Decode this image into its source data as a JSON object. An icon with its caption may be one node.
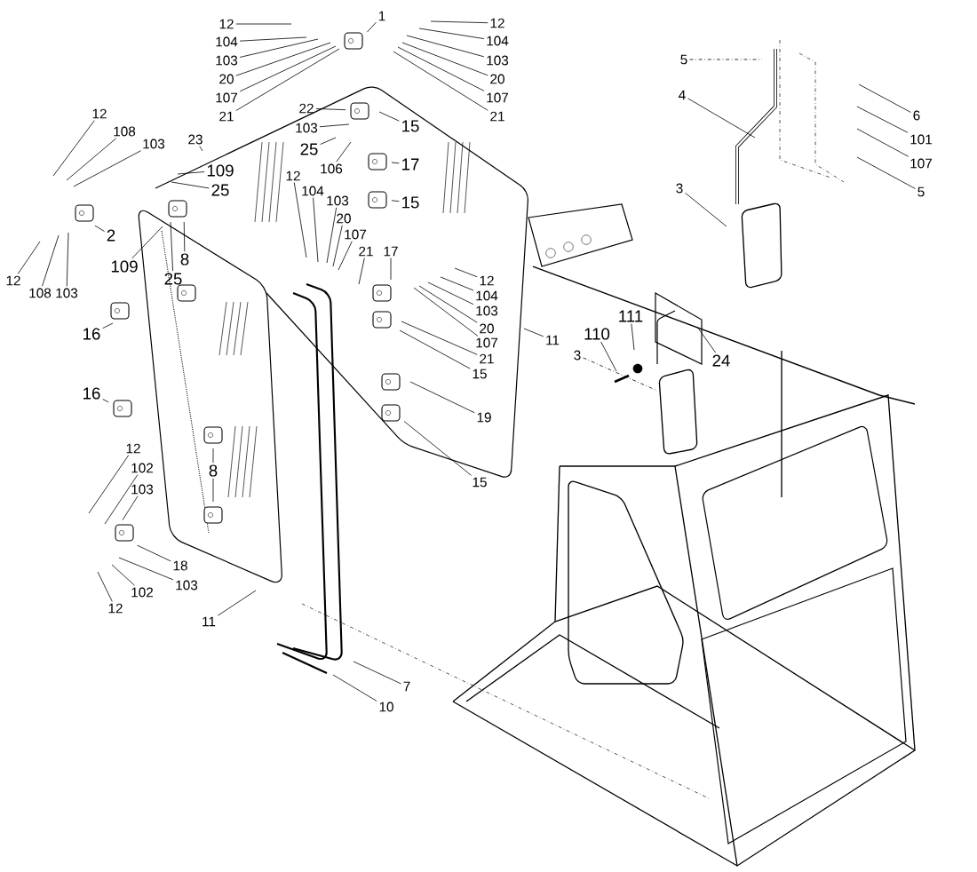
{
  "diagram": {
    "nodes": [
      {
        "text": [
          "1"
        ]
      },
      {
        "text": [
          "12"
        ]
      },
      {
        "text": [
          "104"
        ]
      },
      {
        "text": [
          "103"
        ]
      },
      {
        "text": [
          "20"
        ]
      },
      {
        "text": [
          "107"
        ]
      },
      {
        "text": [
          "21"
        ]
      },
      {
        "text": [
          "12"
        ]
      },
      {
        "text": [
          "104"
        ]
      },
      {
        "text": [
          "103"
        ]
      },
      {
        "text": [
          "20"
        ]
      },
      {
        "text": [
          "107"
        ]
      },
      {
        "text": [
          "21"
        ]
      },
      {
        "text": [
          "22"
        ]
      },
      {
        "text": [
          "15"
        ]
      },
      {
        "text": [
          "103"
        ]
      },
      {
        "text": [
          "25"
        ]
      },
      {
        "text": [
          "106"
        ]
      },
      {
        "text": [
          "17"
        ]
      },
      {
        "text": [
          "12"
        ]
      },
      {
        "text": [
          "108"
        ]
      },
      {
        "text": [
          "103"
        ]
      },
      {
        "text": [
          "23"
        ]
      },
      {
        "text": [
          "109"
        ]
      },
      {
        "text": [
          "25"
        ]
      },
      {
        "text": [
          "15"
        ]
      },
      {
        "text": [
          "12"
        ]
      },
      {
        "text": [
          "104"
        ]
      },
      {
        "text": [
          "103"
        ]
      },
      {
        "text": [
          "20"
        ]
      },
      {
        "text": [
          "107"
        ]
      },
      {
        "text": [
          "2"
        ]
      },
      {
        "text": [
          "8"
        ]
      },
      {
        "text": [
          "109"
        ]
      },
      {
        "text": [
          "25"
        ]
      },
      {
        "text": [
          "21"
        ]
      },
      {
        "text": [
          "17"
        ]
      },
      {
        "text": [
          "12"
        ]
      },
      {
        "text": [
          "108"
        ]
      },
      {
        "text": [
          "103"
        ]
      },
      {
        "text": [
          "12"
        ]
      },
      {
        "text": [
          "104"
        ]
      },
      {
        "text": [
          "103"
        ]
      },
      {
        "text": [
          "20"
        ]
      },
      {
        "text": [
          "107"
        ]
      },
      {
        "text": [
          "21"
        ]
      },
      {
        "text": [
          "15"
        ]
      },
      {
        "text": [
          "16"
        ]
      },
      {
        "text": [
          "11"
        ]
      },
      {
        "text": [
          "19"
        ]
      },
      {
        "text": [
          "16"
        ]
      },
      {
        "text": [
          "8"
        ]
      },
      {
        "text": [
          "12"
        ]
      },
      {
        "text": [
          "102"
        ]
      },
      {
        "text": [
          "103"
        ]
      },
      {
        "text": [
          "15"
        ]
      },
      {
        "text": [
          "18"
        ]
      },
      {
        "text": [
          "103"
        ]
      },
      {
        "text": [
          "102"
        ]
      },
      {
        "text": [
          "12"
        ]
      },
      {
        "text": [
          "11"
        ]
      },
      {
        "text": [
          "7"
        ]
      },
      {
        "text": [
          "10"
        ]
      },
      {
        "text": [
          "5"
        ]
      },
      {
        "text": [
          "4"
        ]
      },
      {
        "text": [
          "3"
        ]
      },
      {
        "text": [
          "6"
        ]
      },
      {
        "text": [
          "101"
        ]
      },
      {
        "text": [
          "107"
        ]
      },
      {
        "text": [
          "5"
        ]
      },
      {
        "text": [
          "111"
        ]
      },
      {
        "text": [
          "110"
        ]
      },
      {
        "text": [
          "3"
        ]
      },
      {
        "text": [
          "24"
        ]
      }
    ],
    "edges": [
      {
        "from": 0,
        "to": null,
        "arrow": "none"
      },
      {
        "from": 1,
        "to": null,
        "arrow": "none"
      },
      {
        "from": 2,
        "to": null,
        "arrow": "none"
      },
      {
        "from": 3,
        "to": null,
        "arrow": "none"
      },
      {
        "from": 4,
        "to": null,
        "arrow": "none"
      },
      {
        "from": 5,
        "to": null,
        "arrow": "none"
      },
      {
        "from": 6,
        "to": null,
        "arrow": "none"
      },
      {
        "from": 7,
        "to": null,
        "arrow": "none"
      },
      {
        "from": 8,
        "to": null,
        "arrow": "none"
      },
      {
        "from": 9,
        "to": null,
        "arrow": "none"
      },
      {
        "from": 10,
        "to": null,
        "arrow": "none"
      },
      {
        "from": 11,
        "to": null,
        "arrow": "none"
      },
      {
        "from": 12,
        "to": null,
        "arrow": "none"
      },
      {
        "from": 13,
        "to": null,
        "arrow": "none"
      },
      {
        "from": 14,
        "to": null,
        "arrow": "none"
      },
      {
        "from": 15,
        "to": null,
        "arrow": "none"
      },
      {
        "from": 16,
        "to": null,
        "arrow": "none"
      },
      {
        "from": 17,
        "to": null,
        "arrow": "none"
      },
      {
        "from": 18,
        "to": null,
        "arrow": "none"
      },
      {
        "from": 19,
        "to": null,
        "arrow": "none"
      },
      {
        "from": 20,
        "to": null,
        "arrow": "none"
      },
      {
        "from": 21,
        "to": null,
        "arrow": "none"
      },
      {
        "from": 22,
        "to": null,
        "arrow": "none"
      },
      {
        "from": 23,
        "to": null,
        "arrow": "none"
      },
      {
        "from": 24,
        "to": null,
        "arrow": "none"
      },
      {
        "from": 25,
        "to": null,
        "arrow": "none"
      },
      {
        "from": 26,
        "to": null,
        "arrow": "none"
      },
      {
        "from": 27,
        "to": null,
        "arrow": "none"
      },
      {
        "from": 28,
        "to": null,
        "arrow": "none"
      },
      {
        "from": 29,
        "to": null,
        "arrow": "none"
      },
      {
        "from": 30,
        "to": null,
        "arrow": "none"
      },
      {
        "from": 31,
        "to": null,
        "arrow": "none"
      },
      {
        "from": 32,
        "to": null,
        "arrow": "none"
      },
      {
        "from": 33,
        "to": null,
        "arrow": "none"
      },
      {
        "from": 34,
        "to": null,
        "arrow": "none"
      },
      {
        "from": 35,
        "to": null,
        "arrow": "none"
      },
      {
        "from": 36,
        "to": null,
        "arrow": "none"
      },
      {
        "from": 37,
        "to": null,
        "arrow": "none"
      },
      {
        "from": 38,
        "to": null,
        "arrow": "none"
      },
      {
        "from": 39,
        "to": null,
        "arrow": "none"
      },
      {
        "from": 40,
        "to": null,
        "arrow": "none"
      },
      {
        "from": 41,
        "to": null,
        "arrow": "none"
      },
      {
        "from": 42,
        "to": null,
        "arrow": "none"
      },
      {
        "from": 43,
        "to": null,
        "arrow": "none"
      },
      {
        "from": 44,
        "to": null,
        "arrow": "none"
      },
      {
        "from": 45,
        "to": null,
        "arrow": "none"
      },
      {
        "from": 46,
        "to": null,
        "arrow": "none"
      },
      {
        "from": 47,
        "to": null,
        "arrow": "none"
      },
      {
        "from": 48,
        "to": null,
        "arrow": "none"
      },
      {
        "from": 49,
        "to": null,
        "arrow": "none"
      },
      {
        "from": 50,
        "to": null,
        "arrow": "none"
      },
      {
        "from": 51,
        "to": null,
        "arrow": "none"
      },
      {
        "from": 51,
        "to": null,
        "arrow": "none"
      },
      {
        "from": 52,
        "to": null,
        "arrow": "none"
      },
      {
        "from": 53,
        "to": null,
        "arrow": "none"
      },
      {
        "from": 54,
        "to": null,
        "arrow": "none"
      },
      {
        "from": 55,
        "to": null,
        "arrow": "none"
      },
      {
        "from": 56,
        "to": null,
        "arrow": "none"
      },
      {
        "from": 57,
        "to": null,
        "arrow": "none"
      },
      {
        "from": 58,
        "to": null,
        "arrow": "none"
      },
      {
        "from": 59,
        "to": null,
        "arrow": "none"
      },
      {
        "from": 60,
        "to": null,
        "arrow": "none"
      },
      {
        "from": 61,
        "to": null,
        "arrow": "none"
      },
      {
        "from": 62,
        "to": null,
        "arrow": "none"
      },
      {
        "from": 63,
        "to": null,
        "arrow": "none",
        "style": "dashed"
      },
      {
        "from": 64,
        "to": null,
        "arrow": "none"
      },
      {
        "from": 65,
        "to": null,
        "arrow": "none"
      },
      {
        "from": 66,
        "to": null,
        "arrow": "none"
      },
      {
        "from": 67,
        "to": null,
        "arrow": "none"
      },
      {
        "from": 68,
        "to": null,
        "arrow": "none"
      },
      {
        "from": 69,
        "to": null,
        "arrow": "none"
      },
      {
        "from": 70,
        "to": null,
        "arrow": "none"
      },
      {
        "from": 71,
        "to": null,
        "arrow": "none"
      },
      {
        "from": 72,
        "to": null,
        "arrow": "none",
        "style": "dashed"
      },
      {
        "from": 73,
        "to": null,
        "arrow": "none"
      }
    ]
  }
}
